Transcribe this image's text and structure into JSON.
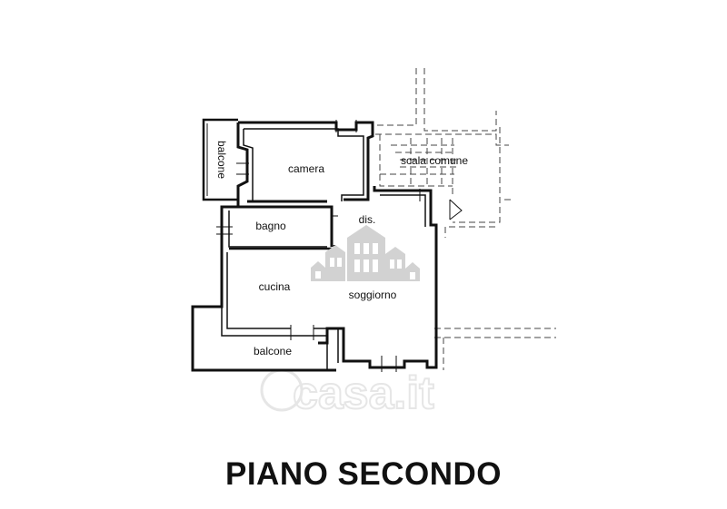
{
  "floor_plan": {
    "rooms": {
      "balcone_left": "balcone",
      "camera": "camera",
      "scala_comune": "scala comune",
      "bagno": "bagno",
      "dis": "dis.",
      "cucina": "cucina",
      "soggiorno": "soggiorno",
      "balcone_bottom": "balcone"
    },
    "watermark": "casa.it",
    "title": "PIANO SECONDO"
  },
  "colors": {
    "wall": "#111111",
    "dashed": "#444444",
    "watermark_logo": "#d2d2d2",
    "watermark_text": "#e6e6e6"
  }
}
